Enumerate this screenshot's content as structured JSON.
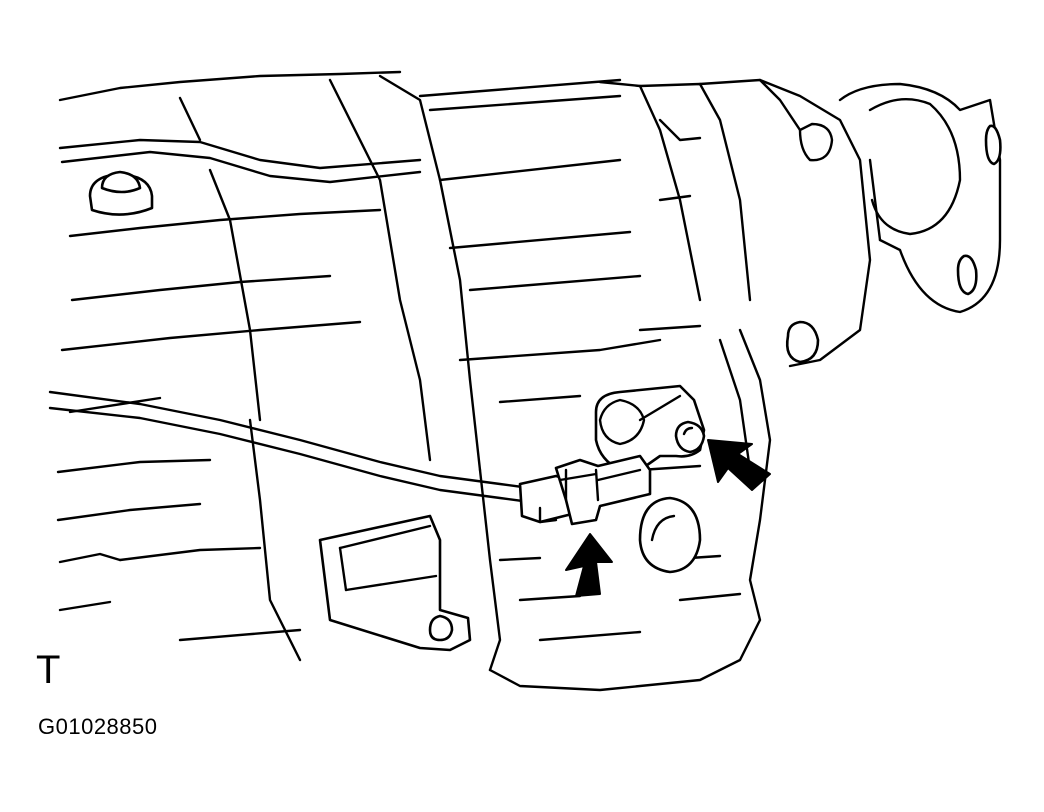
{
  "labels": {
    "corner_letter": "T",
    "figure_code": "G01028850"
  },
  "colors": {
    "line": "#000000",
    "background": "#ffffff"
  },
  "callouts": [
    {
      "name": "arrow-to-connector",
      "points_to": "sensor-connector"
    },
    {
      "name": "arrow-to-bolt",
      "points_to": "sensor-bolt"
    }
  ]
}
